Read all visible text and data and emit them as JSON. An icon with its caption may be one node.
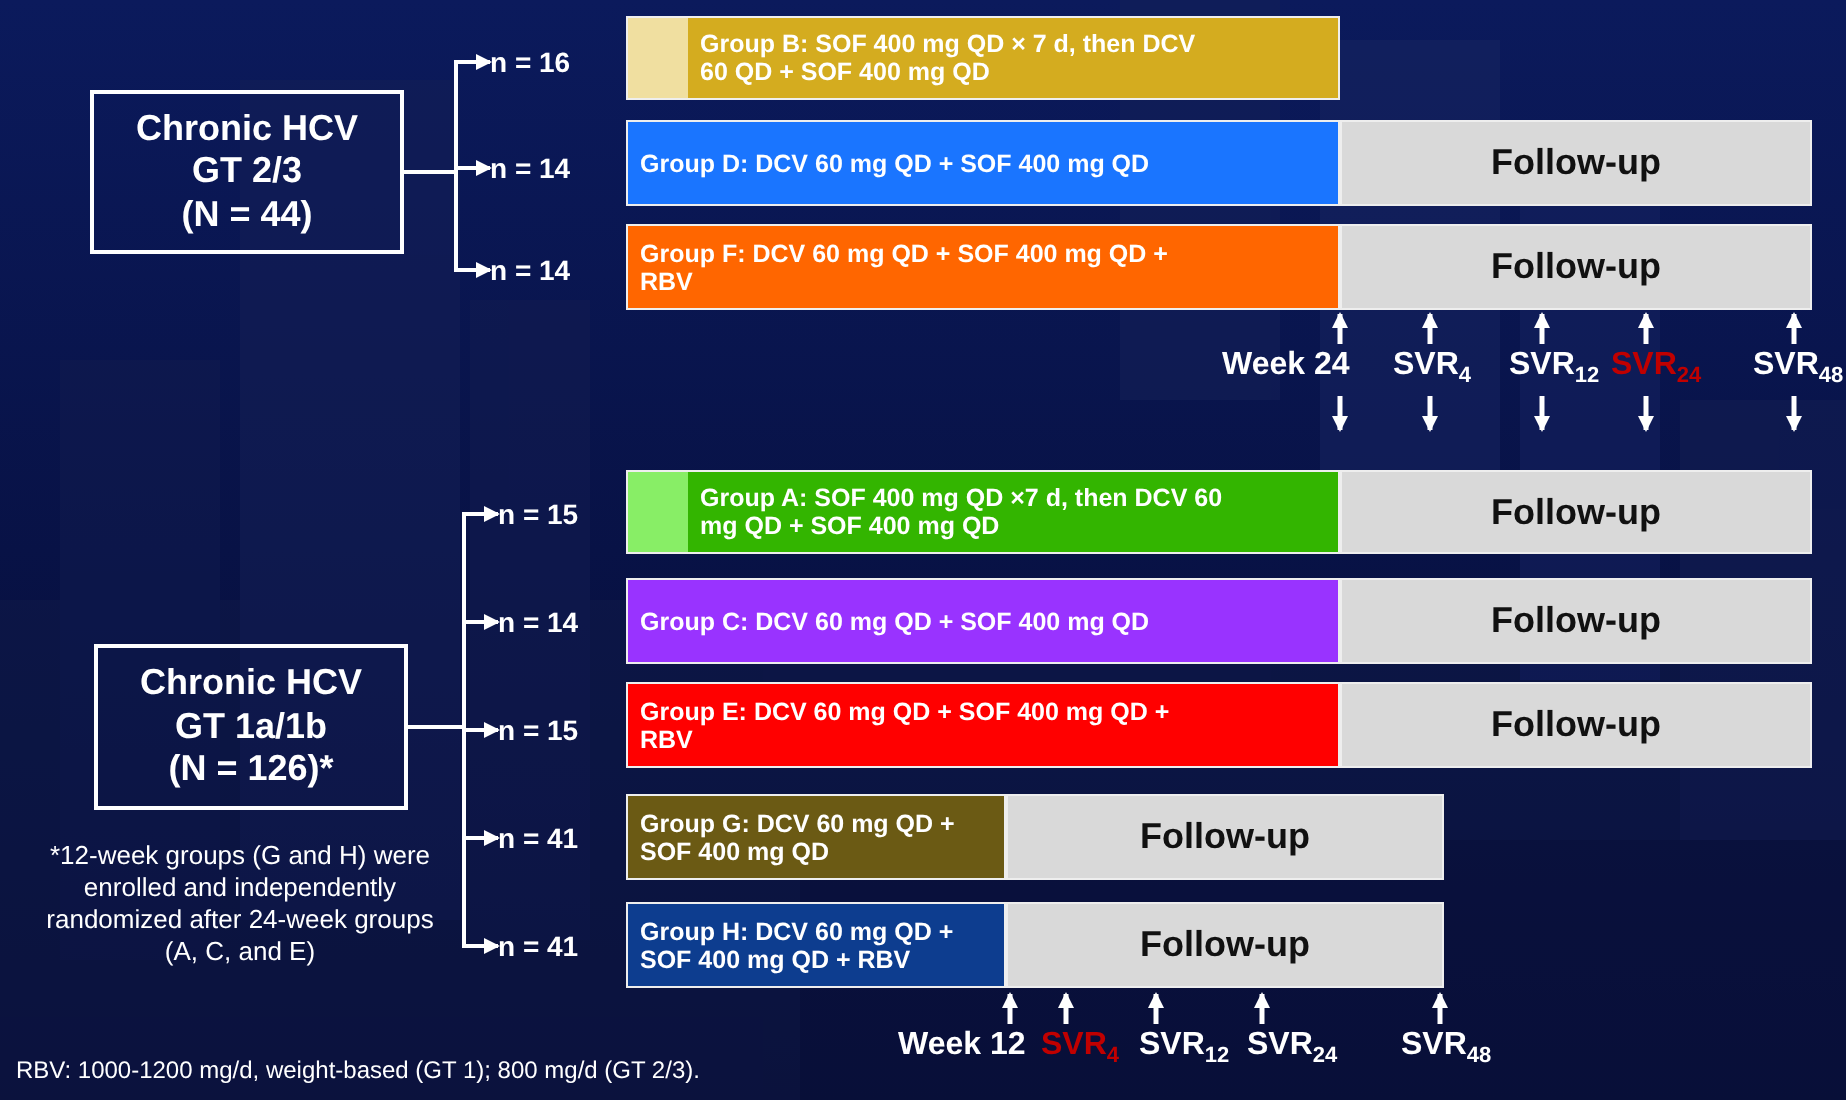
{
  "diagram": {
    "nodes": [
      {
        "text": [
          "Chronic HCV",
          "GT 2/3",
          "(N = 44)"
        ]
      },
      {
        "text": [
          "n = 16"
        ]
      },
      {
        "text": [
          "n = 14"
        ]
      },
      {
        "text": [
          "n = 14"
        ]
      },
      {
        "text": [
          "Group B: SOF 400 mg QD × 7 d, then DCV 60 QD + SOF 400 mg QD"
        ]
      },
      {
        "text": [
          "Group D: DCV 60 mg QD + SOF 400 mg QD"
        ]
      },
      {
        "text": [
          "Follow-up"
        ]
      },
      {
        "text": [
          "Group F: DCV 60 mg QD + SOF 400 mg QD + RBV"
        ]
      },
      {
        "text": [
          "Follow-up"
        ]
      },
      {
        "text": [
          "Chronic HCV",
          "GT 1a/1b",
          "(N = 126)*"
        ]
      },
      {
        "text": [
          "n = 15"
        ]
      },
      {
        "text": [
          "n = 14"
        ]
      },
      {
        "text": [
          "n = 15"
        ]
      },
      {
        "text": [
          "n = 41"
        ]
      },
      {
        "text": [
          "n = 41"
        ]
      },
      {
        "text": [
          "Group A: SOF 400 mg QD ×7 d, then DCV 60 mg QD + SOF 400 mg QD"
        ]
      },
      {
        "text": [
          "Follow-up"
        ]
      },
      {
        "text": [
          "Group C: DCV 60 mg QD + SOF 400 mg QD"
        ]
      },
      {
        "text": [
          "Follow-up"
        ]
      },
      {
        "text": [
          "Group E: DCV 60 mg QD + SOF 400 mg QD + RBV"
        ]
      },
      {
        "text": [
          "Follow-up"
        ]
      },
      {
        "text": [
          "Group G: DCV 60 mg QD + SOF 400 mg QD"
        ]
      },
      {
        "text": [
          "Follow-up"
        ]
      },
      {
        "text": [
          "Group H: DCV 60 mg QD + SOF 400 mg QD + RBV"
        ]
      },
      {
        "text": [
          "Follow-up"
        ]
      }
    ],
    "edges": [
      {
        "from": 0,
        "to": 1,
        "arrow": "to"
      },
      {
        "from": 0,
        "to": 2,
        "arrow": "to"
      },
      {
        "from": 0,
        "to": 3,
        "arrow": "to"
      },
      {
        "from": 9,
        "to": 10,
        "arrow": "to"
      },
      {
        "from": 9,
        "to": 11,
        "arrow": "to"
      },
      {
        "from": 9,
        "to": 12,
        "arrow": "to"
      },
      {
        "from": 9,
        "to": 13,
        "arrow": "to"
      },
      {
        "from": 9,
        "to": 14,
        "arrow": "to"
      }
    ],
    "labels": [
      "Week 24",
      "SVR$_{4}$",
      "SVR$_{12}$",
      "SVR$_{24}$",
      "SVR$_{48}$",
      "*12-week groups (G and H) were enrolled and independently randomized after 24-week groups (A, C, and E)",
      "RBV: 1000-1200 mg/d, weight-based (GT 1); 800 mg/d (GT 2/3).",
      "Week 12",
      "SVR$_{4}$",
      "SVR$_{12}$",
      "SVR$_{24}$",
      "SVR$_{48}$"
    ]
  }
}
